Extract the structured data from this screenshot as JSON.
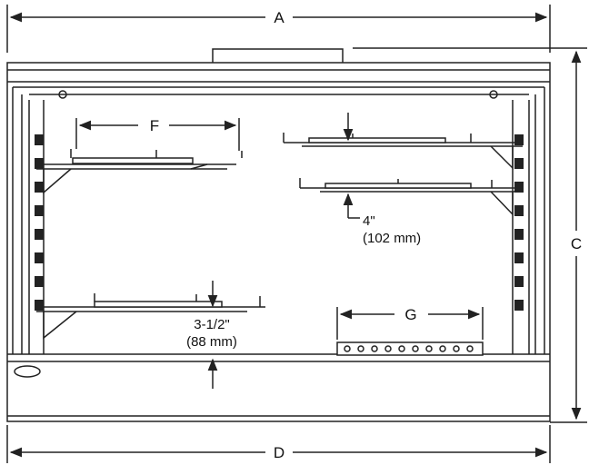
{
  "dimensions": {
    "a": "A",
    "c": "C",
    "d": "D",
    "f": "F",
    "g": "G"
  },
  "notes": {
    "rack_spacing_in": "4\"",
    "rack_spacing_mm": "(102 mm)",
    "bottom_clearance_in": "3-1/2\"",
    "bottom_clearance_mm": "(88 mm)"
  },
  "colors": {
    "line": "#222222",
    "panel": "#ffffff"
  }
}
